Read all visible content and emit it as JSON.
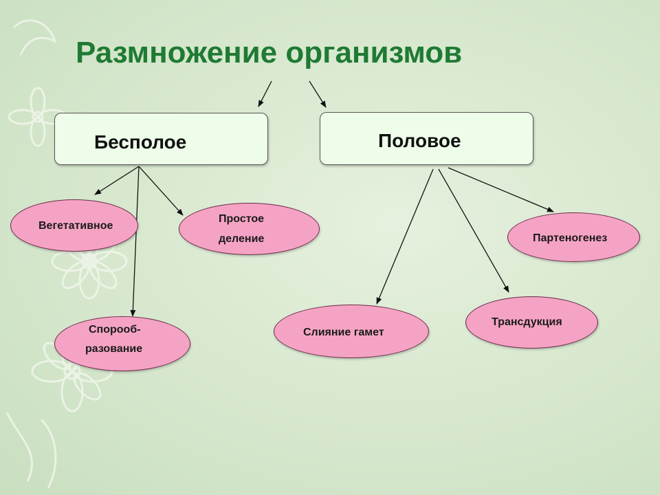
{
  "title": "Размножение организмов",
  "nodes": {
    "asexual": "Бесполое",
    "sexual": "Половое",
    "vegetative": "Вегетативное",
    "simple_division_line1": "Простое",
    "simple_division_line2": "деление",
    "sporulation_line1": "Спорооб-",
    "sporulation_line2": "разование",
    "gamete_fusion": "Слияние гамет",
    "transduction": "Трансдукция",
    "parthenogenesis": "Партеногенез"
  },
  "colors": {
    "title": "#1f7a33",
    "rect_fill": "#eefde9",
    "oval_fill": "#f5a3c4",
    "oval_border": "#6b2c4a"
  }
}
